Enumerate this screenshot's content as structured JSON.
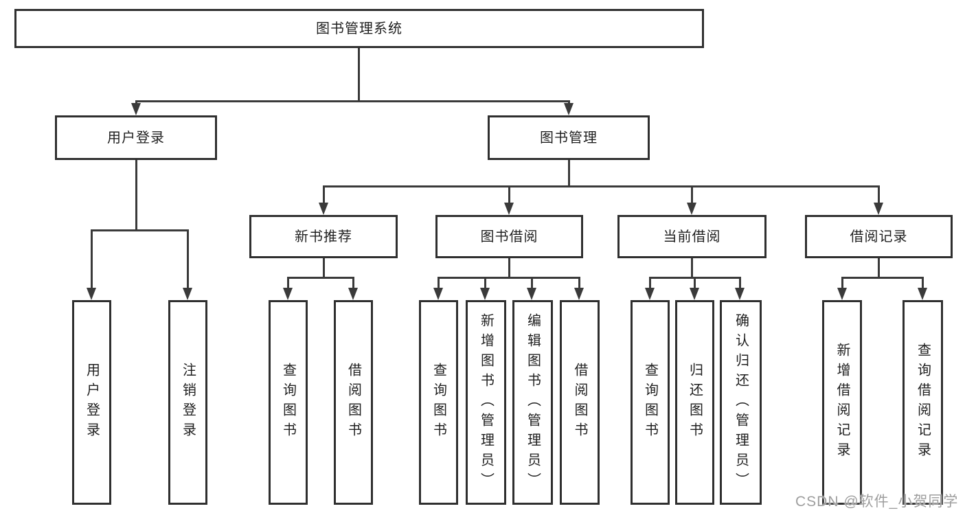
{
  "title": "图书管理系统",
  "tree": {
    "label": "图书管理系统",
    "children": [
      {
        "label": "用户登录",
        "children": [
          {
            "label": "用户登录"
          },
          {
            "label": "注销登录"
          }
        ]
      },
      {
        "label": "图书管理",
        "children": [
          {
            "label": "新书推荐",
            "children": [
              {
                "label": "查询图书"
              },
              {
                "label": "借阅图书"
              }
            ]
          },
          {
            "label": "图书借阅",
            "children": [
              {
                "label": "查询图书"
              },
              {
                "label": "新增图书（管理员）"
              },
              {
                "label": "编辑图书（管理员）"
              },
              {
                "label": "借阅图书"
              }
            ]
          },
          {
            "label": "当前借阅",
            "children": [
              {
                "label": "查询图书"
              },
              {
                "label": "归还图书"
              },
              {
                "label": "确认归还（管理员）"
              }
            ]
          },
          {
            "label": "借阅记录",
            "children": [
              {
                "label": "新增借阅记录"
              },
              {
                "label": "查询借阅记录"
              }
            ]
          }
        ]
      }
    ]
  },
  "watermark": {
    "text": "CSDN @软件_小贺同学"
  },
  "colors": {
    "line": "#3a3a3a",
    "box_border": "#2f2f2f",
    "text": "#1f1f1f",
    "watermark": "#9e9e9e",
    "background": "#ffffff"
  }
}
